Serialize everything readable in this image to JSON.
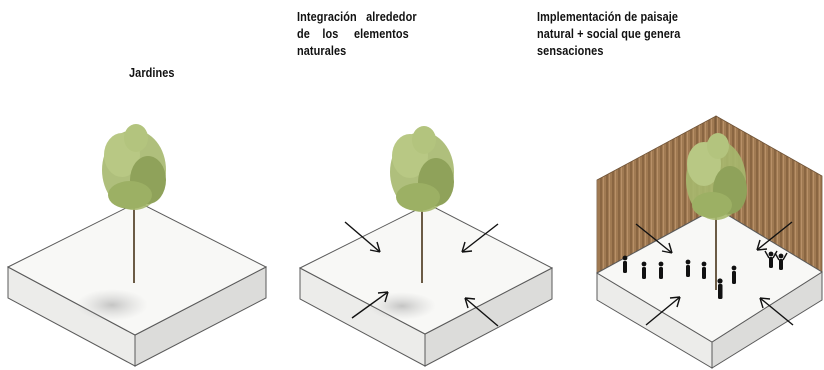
{
  "panels": [
    {
      "id": "jardines",
      "caption_lines": [
        "Jardines"
      ]
    },
    {
      "id": "integracion",
      "caption_lines": [
        "Integración   alrededor",
        "de    los     elementos",
        "naturales"
      ]
    },
    {
      "id": "implementacion",
      "caption_lines": [
        "Implementación de paisaje",
        "natural + social que genera",
        "sensaciones"
      ]
    }
  ],
  "colors": {
    "platform_top": "#f7f7f5",
    "platform_edge": "#5a5a5a",
    "platform_side": "#e3e3e1",
    "foliage": "#a6b86e",
    "foliage_dark": "#7d8f4c",
    "trunk": "#6b5b45",
    "wall": "#a07a52",
    "people": "#111111",
    "arrows": "#111111"
  }
}
